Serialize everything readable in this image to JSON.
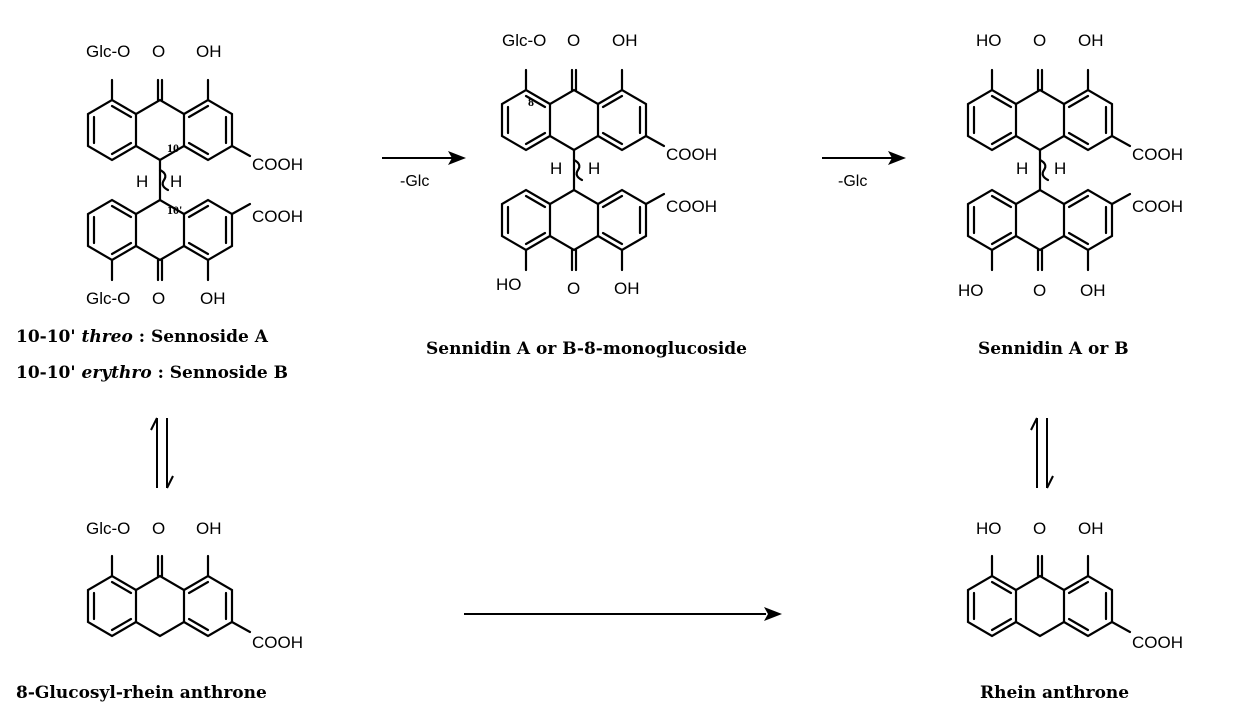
{
  "labels": {
    "glc_o": "Glc-O",
    "oh": "OH",
    "ho": "HO",
    "o": "O",
    "cooh": "COOH",
    "h": "H",
    "c10": "10",
    "c10p": "10'",
    "c8": "8"
  },
  "arrows": {
    "minus_glc_1": "-Glc",
    "minus_glc_2": "-Glc"
  },
  "captions": {
    "sennoside_line1_prefix": "10-10' ",
    "sennoside_line1_italic": "threo",
    "sennoside_line1_suffix": " : Sennoside A",
    "sennoside_line2_prefix": "10-10' ",
    "sennoside_line2_italic": "erythro",
    "sennoside_line2_suffix": " : Sennoside B",
    "monoglucoside": "Sennidin A or B-8-monoglucoside",
    "sennidin": "Sennidin A or B",
    "glucosyl_rhein_anthrone": "8-Glucosyl-rhein anthrone",
    "rhein_anthrone": "Rhein anthrone"
  }
}
